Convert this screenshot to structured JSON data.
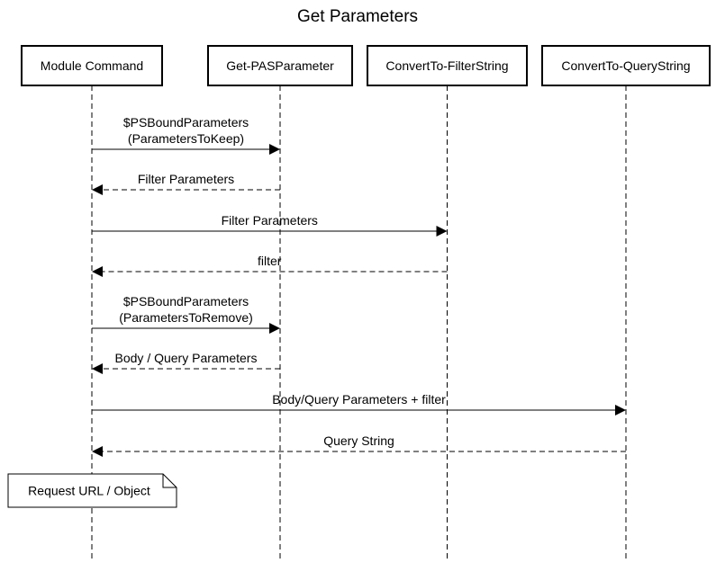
{
  "diagram": {
    "title": "Get Parameters",
    "participants": [
      {
        "id": "module",
        "label": "Module Command"
      },
      {
        "id": "getpas",
        "label": "Get-PASParameter"
      },
      {
        "id": "filter",
        "label": "ConvertTo-FilterString"
      },
      {
        "id": "query",
        "label": "ConvertTo-QueryString"
      }
    ],
    "messages": [
      {
        "from": "module",
        "to": "getpas",
        "kind": "call",
        "lines": [
          "$PSBoundParameters",
          "(ParametersToKeep)"
        ]
      },
      {
        "from": "getpas",
        "to": "module",
        "kind": "return",
        "lines": [
          "Filter Parameters"
        ]
      },
      {
        "from": "module",
        "to": "filter",
        "kind": "call",
        "lines": [
          "Filter Parameters"
        ]
      },
      {
        "from": "filter",
        "to": "module",
        "kind": "return",
        "lines": [
          "filter"
        ]
      },
      {
        "from": "module",
        "to": "getpas",
        "kind": "call",
        "lines": [
          "$PSBoundParameters",
          "(ParametersToRemove)"
        ]
      },
      {
        "from": "getpas",
        "to": "module",
        "kind": "return",
        "lines": [
          "Body / Query Parameters"
        ]
      },
      {
        "from": "module",
        "to": "query",
        "kind": "call",
        "lines": [
          "Body/Query Parameters + filter"
        ]
      },
      {
        "from": "query",
        "to": "module",
        "kind": "return",
        "lines": [
          "Query String"
        ]
      }
    ],
    "note": {
      "over": "module",
      "text": "Request URL / Object"
    }
  }
}
